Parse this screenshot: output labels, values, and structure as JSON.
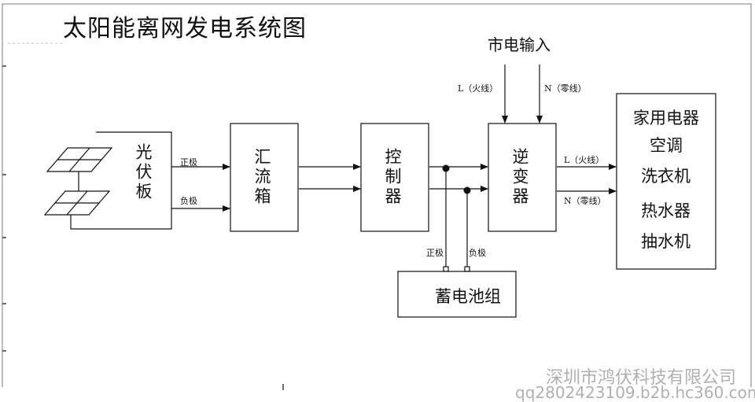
{
  "title": "太阳能离网发电系统图",
  "blocks": {
    "pv_panel": "光伏板",
    "combiner_box": "汇流箱",
    "controller": "控制器",
    "inverter": "逆变器",
    "battery": "蓄电池组",
    "appliances_title": "家用电器"
  },
  "appliances": [
    "空调",
    "洗衣机",
    "热水器",
    "抽水机"
  ],
  "labels": {
    "positive": "正极",
    "negative": "负极",
    "battery_positive": "正极",
    "battery_negative": "负极",
    "grid_input": "市电输入",
    "l_in": "L（火线）",
    "n_in": "N（零线）",
    "l_out": "L（火线）",
    "n_out": "N（零线）"
  },
  "watermark": {
    "company": "深圳市鸿伏科技有限公司",
    "contact": "qq2802423109.b2b.hc360.com"
  },
  "colors": {
    "line": "#111111",
    "watermark": "#b0b0b0"
  }
}
